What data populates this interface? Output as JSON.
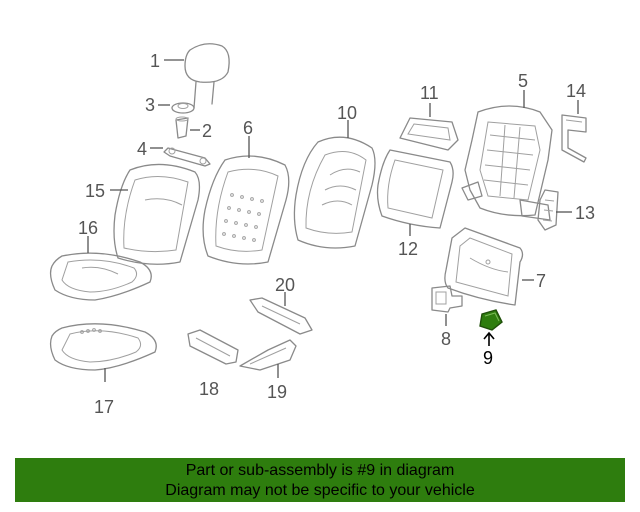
{
  "diagram": {
    "highlighted_part": "9",
    "highlight_color": "#2e7d0e",
    "labels": {
      "p1": "1",
      "p2": "2",
      "p3": "3",
      "p4": "4",
      "p5": "5",
      "p6": "6",
      "p7": "7",
      "p8": "8",
      "p9": "9",
      "p10": "10",
      "p11": "11",
      "p12": "12",
      "p13": "13",
      "p14": "14",
      "p15": "15",
      "p16": "16",
      "p17": "17",
      "p18": "18",
      "p19": "19",
      "p20": "20"
    }
  },
  "footer": {
    "line1": "Part or sub-assembly is #9 in diagram",
    "line2": "Diagram may not be specific to your vehicle",
    "background": "#2e7d0e"
  }
}
